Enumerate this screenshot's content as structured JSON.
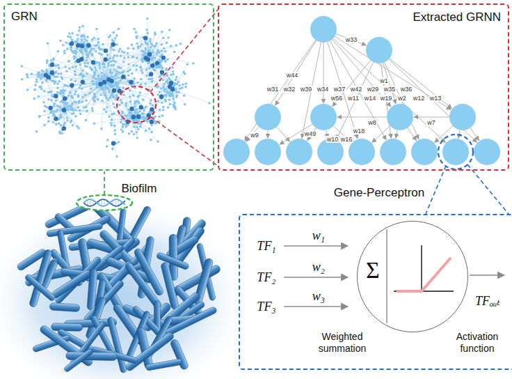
{
  "diagram": {
    "nodes": [
      {
        "text": [
          "GRN"
        ]
      },
      {
        "text": [
          "Extracted GRNN"
        ]
      },
      {
        "text": [
          "Gene-Perceptron"
        ]
      },
      {
        "text": [
          "Σ"
        ],
        "in": 2
      }
    ],
    "labels": [
      "w33",
      "w44",
      "w31",
      "w32",
      "w39",
      "w34",
      "w37",
      "w42",
      "w29",
      "w35",
      "w36",
      "w1",
      "w56",
      "w11",
      "w14",
      "w19",
      "w2",
      "w12",
      "w13",
      "w8",
      "w7",
      "w9",
      "w49",
      "w10",
      "w16",
      "w18",
      "Biofilm",
      "TF₁",
      "w₁",
      "TF₂",
      "w₂",
      "TF₃",
      "w₃",
      "TFₒᵤₜ",
      "Weighted summation",
      "Activation function"
    ]
  }
}
